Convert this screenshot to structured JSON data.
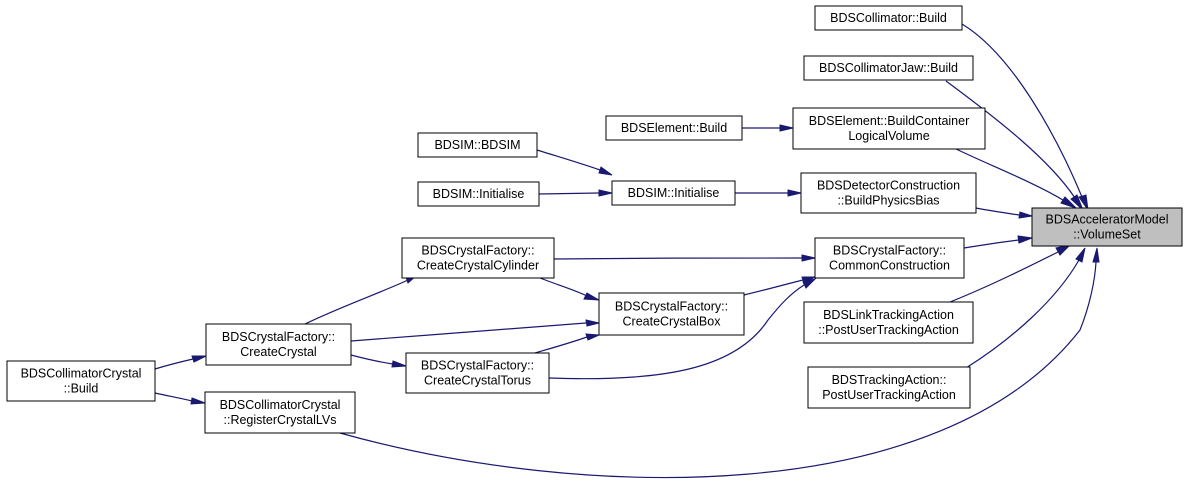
{
  "graph": {
    "root": "BDSAcceleratorModel::VolumeSet",
    "nodes": [
      {
        "id": "root",
        "lines": [
          "BDSAcceleratorModel",
          "::VolumeSet"
        ]
      },
      {
        "id": "colBuild",
        "lines": [
          "BDSCollimator::Build"
        ]
      },
      {
        "id": "jawBuild",
        "lines": [
          "BDSCollimatorJaw::Build"
        ]
      },
      {
        "id": "elemBCLV",
        "lines": [
          "BDSElement::BuildContainer",
          "LogicalVolume"
        ]
      },
      {
        "id": "elemBuild",
        "lines": [
          "BDSElement::Build"
        ]
      },
      {
        "id": "bdsimCtor",
        "lines": [
          "BDSIM::BDSIM"
        ]
      },
      {
        "id": "bdsimInitL",
        "lines": [
          "BDSIM::Initialise"
        ]
      },
      {
        "id": "bdsimInitM",
        "lines": [
          "BDSIM::Initialise"
        ]
      },
      {
        "id": "detBPB",
        "lines": [
          "BDSDetectorConstruction",
          "::BuildPhysicsBias"
        ]
      },
      {
        "id": "cfCommon",
        "lines": [
          "BDSCrystalFactory::",
          "CommonConstruction"
        ]
      },
      {
        "id": "cfCyl",
        "lines": [
          "BDSCrystalFactory::",
          "CreateCrystalCylinder"
        ]
      },
      {
        "id": "cfBox",
        "lines": [
          "BDSCrystalFactory::",
          "CreateCrystalBox"
        ]
      },
      {
        "id": "cfCrystal",
        "lines": [
          "BDSCrystalFactory::",
          "CreateCrystal"
        ]
      },
      {
        "id": "cfTorus",
        "lines": [
          "BDSCrystalFactory::",
          "CreateCrystalTorus"
        ]
      },
      {
        "id": "ccBuild",
        "lines": [
          "BDSCollimatorCrystal",
          "::Build"
        ]
      },
      {
        "id": "ccReg",
        "lines": [
          "BDSCollimatorCrystal",
          "::RegisterCrystalLVs"
        ]
      },
      {
        "id": "linkPUTA",
        "lines": [
          "BDSLinkTrackingAction",
          "::PostUserTrackingAction"
        ]
      },
      {
        "id": "trackPUTA",
        "lines": [
          "BDSTrackingAction::",
          "PostUserTrackingAction"
        ]
      }
    ],
    "edges": [
      {
        "from": "colBuild",
        "to": "root"
      },
      {
        "from": "jawBuild",
        "to": "root"
      },
      {
        "from": "elemBCLV",
        "to": "root"
      },
      {
        "from": "detBPB",
        "to": "root"
      },
      {
        "from": "cfCommon",
        "to": "root"
      },
      {
        "from": "linkPUTA",
        "to": "root"
      },
      {
        "from": "trackPUTA",
        "to": "root"
      },
      {
        "from": "ccReg",
        "to": "root"
      },
      {
        "from": "elemBuild",
        "to": "elemBCLV"
      },
      {
        "from": "bdsimInitM",
        "to": "detBPB"
      },
      {
        "from": "bdsimCtor",
        "to": "bdsimInitM"
      },
      {
        "from": "bdsimInitL",
        "to": "bdsimInitM"
      },
      {
        "from": "cfCyl",
        "to": "cfCommon"
      },
      {
        "from": "cfBox",
        "to": "cfCommon"
      },
      {
        "from": "cfTorus",
        "to": "cfCommon"
      },
      {
        "from": "cfCrystal",
        "to": "cfCyl"
      },
      {
        "from": "cfCyl",
        "to": "cfBox"
      },
      {
        "from": "cfCrystal",
        "to": "cfBox"
      },
      {
        "from": "cfTorus",
        "to": "cfBox"
      },
      {
        "from": "cfCrystal",
        "to": "cfTorus"
      },
      {
        "from": "ccBuild",
        "to": "cfCrystal"
      },
      {
        "from": "ccBuild",
        "to": "ccReg"
      }
    ]
  },
  "colors": {
    "edge": "#191970",
    "root_fill": "#bfbfbf",
    "node_fill": "#ffffff",
    "node_border": "#000000"
  }
}
